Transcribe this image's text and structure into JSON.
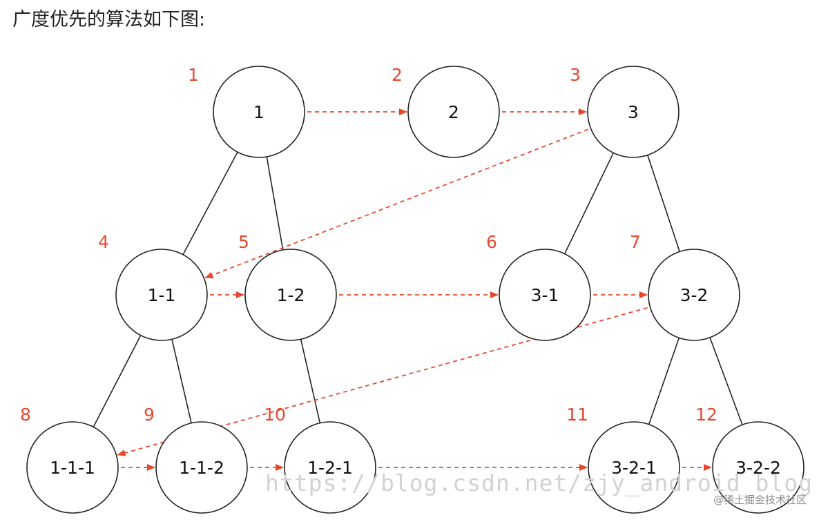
{
  "heading": "广度优先的算法如下图:",
  "watermark": "https://blog.csdn.net/zjy_android_blog",
  "credit": "@稀土掘金技术社区",
  "colors": {
    "accent": "#e8472e",
    "edge": "#222222",
    "node_stroke": "#222222"
  },
  "tree": {
    "nodes": [
      {
        "id": "n1",
        "label": "1",
        "order": "1"
      },
      {
        "id": "n2",
        "label": "2",
        "order": "2"
      },
      {
        "id": "n3",
        "label": "3",
        "order": "3"
      },
      {
        "id": "n11",
        "label": "1-1",
        "order": "4"
      },
      {
        "id": "n12",
        "label": "1-2",
        "order": "5"
      },
      {
        "id": "n31",
        "label": "3-1",
        "order": "6"
      },
      {
        "id": "n32",
        "label": "3-2",
        "order": "7"
      },
      {
        "id": "n111",
        "label": "1-1-1",
        "order": "8"
      },
      {
        "id": "n112",
        "label": "1-1-2",
        "order": "9"
      },
      {
        "id": "n121",
        "label": "1-2-1",
        "order": "10"
      },
      {
        "id": "n321",
        "label": "3-2-1",
        "order": "11"
      },
      {
        "id": "n322",
        "label": "3-2-2",
        "order": "12"
      }
    ],
    "edges": [
      [
        "n1",
        "n11"
      ],
      [
        "n1",
        "n12"
      ],
      [
        "n3",
        "n31"
      ],
      [
        "n3",
        "n32"
      ],
      [
        "n11",
        "n111"
      ],
      [
        "n11",
        "n112"
      ],
      [
        "n12",
        "n121"
      ],
      [
        "n32",
        "n321"
      ],
      [
        "n32",
        "n322"
      ]
    ],
    "traversal": [
      "n1",
      "n2",
      "n3",
      "n11",
      "n12",
      "n31",
      "n32",
      "n111",
      "n112",
      "n121",
      "n321",
      "n322"
    ]
  }
}
